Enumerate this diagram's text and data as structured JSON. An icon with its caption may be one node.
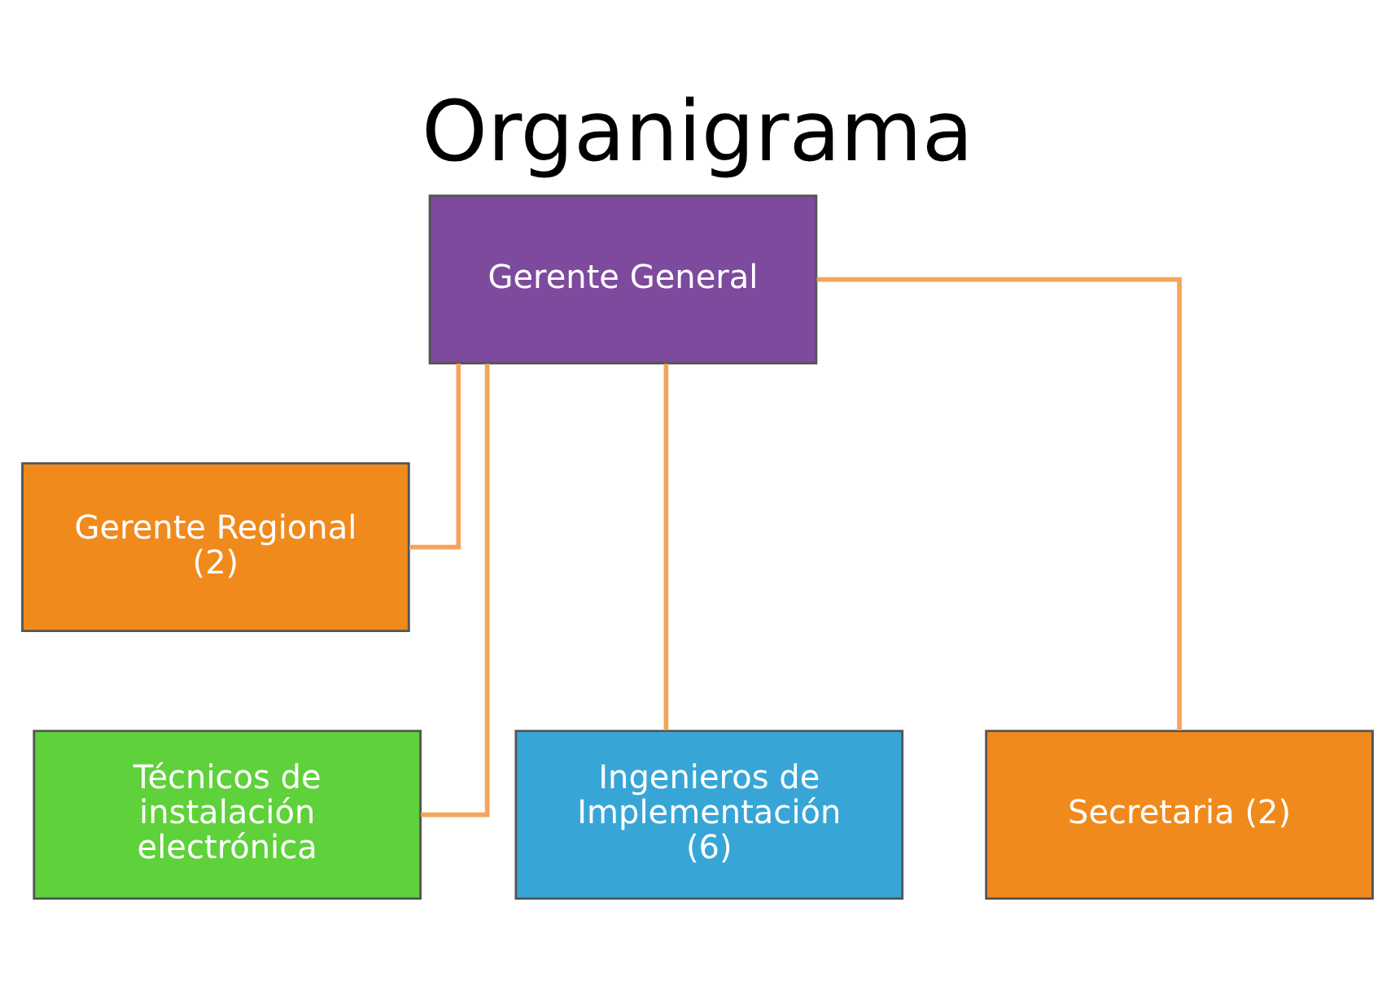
{
  "diagram": {
    "title": "Organigrama",
    "nodes": [
      {
        "text": [
          "Gerente General"
        ]
      },
      {
        "text": [
          "Gerente Regional (2)"
        ]
      },
      {
        "text": [
          "Ingenieros de Implementación (6)"
        ]
      },
      {
        "text": [
          "Técnicos de instalación electrónica"
        ]
      },
      {
        "text": [
          "Secretaria (2)"
        ]
      }
    ],
    "edges": [
      {
        "from": 0,
        "to": 1,
        "arrow": "none"
      },
      {
        "from": 0,
        "to": 2,
        "arrow": "none"
      },
      {
        "from": 0,
        "to": 3,
        "arrow": "none"
      },
      {
        "from": 0,
        "to": 4,
        "arrow": "none"
      }
    ]
  }
}
